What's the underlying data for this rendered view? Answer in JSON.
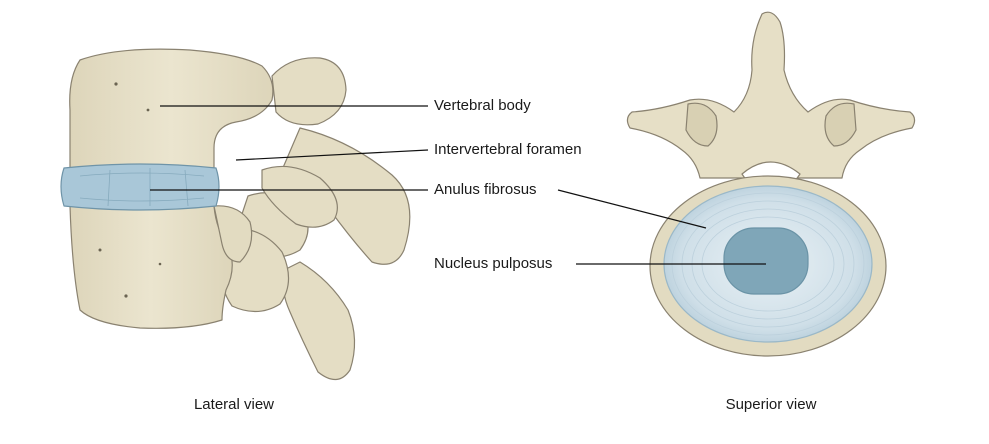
{
  "labels": {
    "vertebral_body": "Vertebral body",
    "intervertebral_foramen": "Intervertebral foramen",
    "anulus_fibrosus": "Anulus fibrosus",
    "nucleus_pulposus": "Nucleus pulposus"
  },
  "captions": {
    "lateral": "Lateral view",
    "superior": "Superior view"
  },
  "colors": {
    "bone": "#e8e2cc",
    "bone_shadow": "#cfc6a8",
    "bone_outline": "#8a8270",
    "disc": "#a9c7d8",
    "disc_light": "#dfeaf0",
    "nucleus": "#7fa6b8",
    "leader_line": "#111111"
  }
}
